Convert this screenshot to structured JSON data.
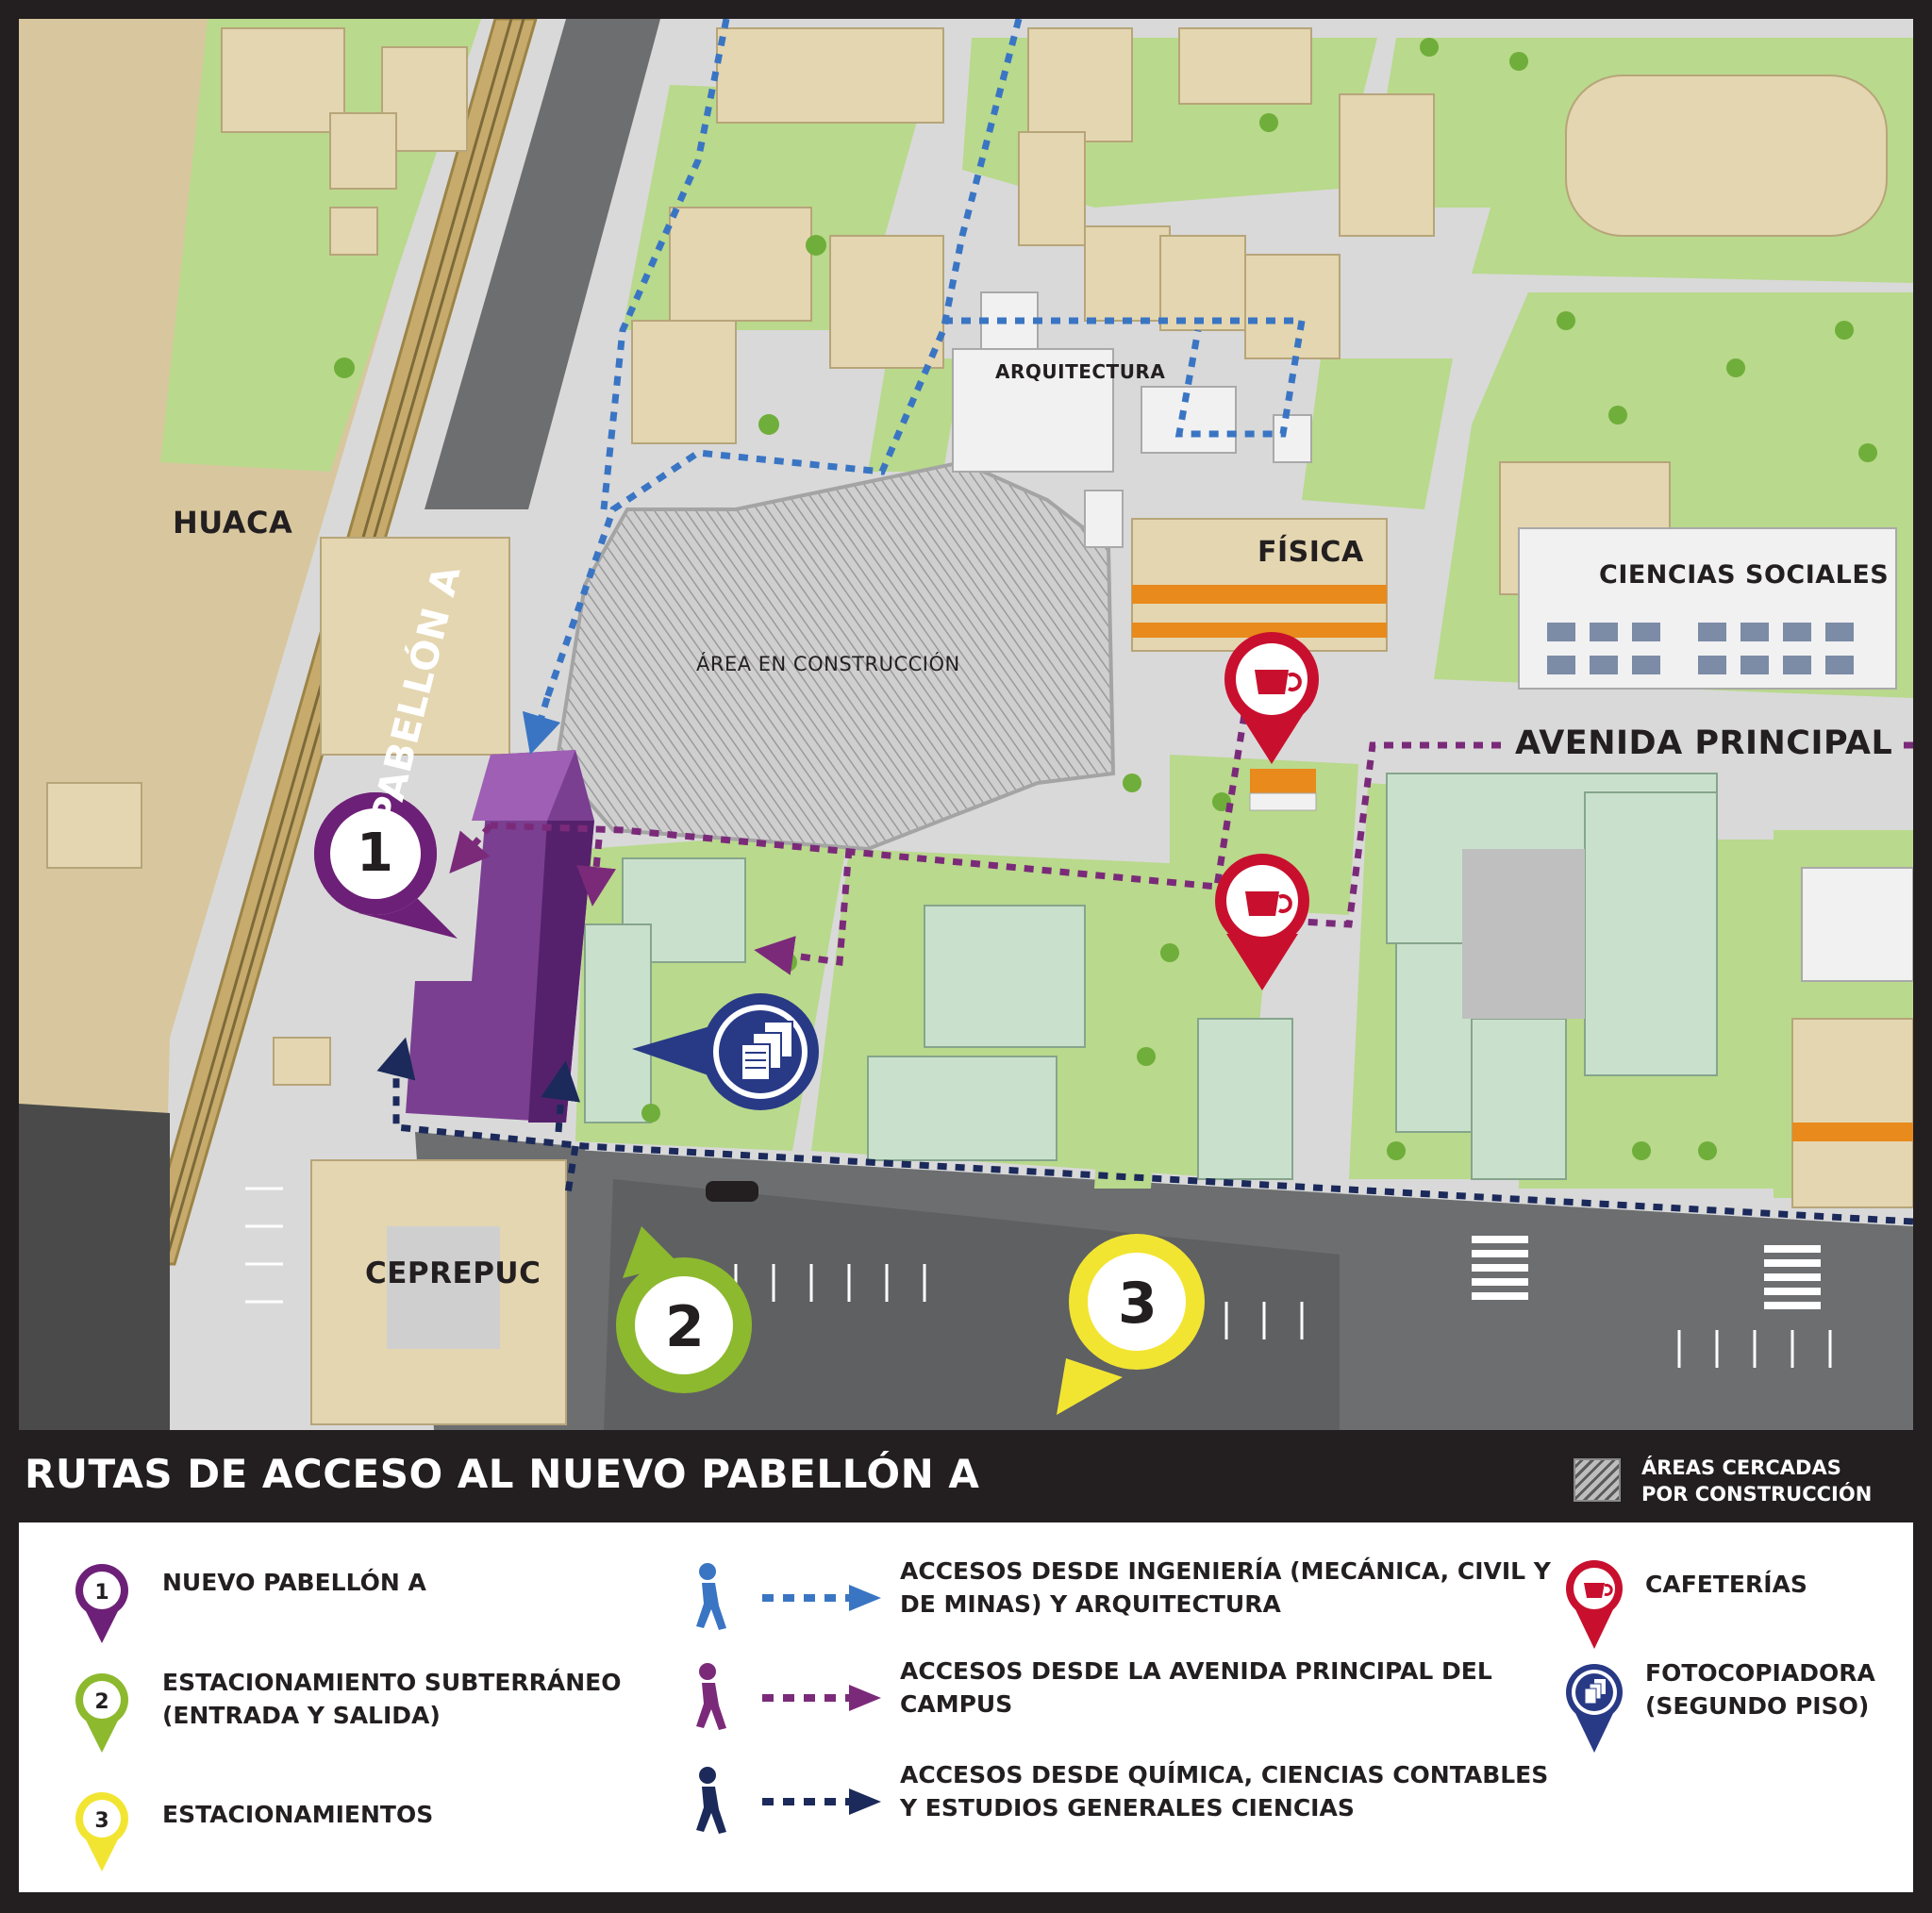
{
  "map": {
    "labels": {
      "huaca": "HUACA",
      "arquitectura": "ARQUITECTURA",
      "fisica": "FÍSICA",
      "ciencias_sociales": "CIENCIAS SOCIALES",
      "area_construccion": "ÁREA EN CONSTRUCCIÓN",
      "avenida_principal": "AVENIDA PRINCIPAL",
      "pabellon_a": "PABELLÓN A",
      "ceprepuc": "CEPREPUC"
    },
    "markers": [
      {
        "number": "1",
        "meaning": "NUEVO PABELLÓN A",
        "color": "#6d2077"
      },
      {
        "number": "2",
        "meaning": "ESTACIONAMIENTO SUBTERRÁNEO",
        "color": "#8db92e"
      },
      {
        "number": "3",
        "meaning": "ESTACIONAMIENTOS",
        "color": "#f2e532"
      }
    ],
    "route_colors": {
      "ingenieria_arquitectura": "#3a75c4",
      "avenida_principal": "#7b2a7a",
      "quimica_contables": "#1b2a5a"
    },
    "poi_colors": {
      "cafeteria": "#c8102e",
      "fotocopiadora": "#283a86"
    }
  },
  "title": "RUTAS DE ACCESO AL NUEVO PABELLÓN A",
  "fenced": {
    "line1": "ÁREAS CERCADAS",
    "line2": "POR CONSTRUCCIÓN"
  },
  "legend": {
    "markers": [
      {
        "number": "1",
        "label": "NUEVO PABELLÓN A"
      },
      {
        "number": "2",
        "label_line1": "ESTACIONAMIENTO SUBTERRÁNEO",
        "label_line2": "(ENTRADA Y SALIDA)"
      },
      {
        "number": "3",
        "label": "ESTACIONAMIENTOS"
      }
    ],
    "routes": [
      {
        "line1": "ACCESOS DESDE INGENIERÍA (MECÁNICA, CIVIL Y",
        "line2": "DE MINAS) Y ARQUITECTURA"
      },
      {
        "line1": "ACCESOS DESDE LA AVENIDA PRINCIPAL DEL",
        "line2": "CAMPUS"
      },
      {
        "line1": "ACCESOS DESDE QUÍMICA, CIENCIAS CONTABLES",
        "line2": "Y ESTUDIOS GENERALES CIENCIAS"
      }
    ],
    "pois": [
      {
        "icon": "coffee-cup-icon",
        "label": "CAFETERÍAS"
      },
      {
        "icon": "photocopy-icon",
        "label_line1": "FOTOCOPIADORA",
        "label_line2": "(SEGUNDO PISO)"
      }
    ]
  }
}
